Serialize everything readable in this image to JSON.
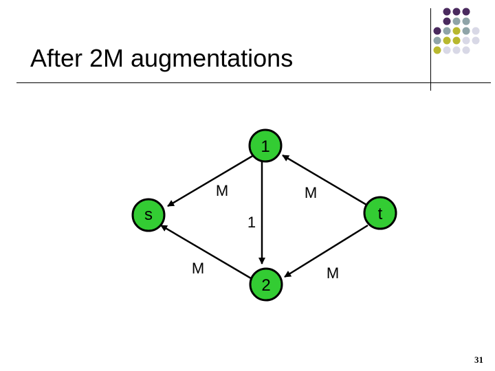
{
  "slide": {
    "title": "After 2M augmentations",
    "page_number": "31"
  },
  "colors": {
    "node_fill": "#33cc33",
    "purple": "#4a2a5e",
    "olive": "#b8b82e",
    "slate": "#8fa4a8",
    "lavender": "#d8d8e6"
  },
  "graph": {
    "nodes": [
      {
        "id": "1",
        "label": "1"
      },
      {
        "id": "s",
        "label": "s"
      },
      {
        "id": "t",
        "label": "t"
      },
      {
        "id": "2",
        "label": "2"
      }
    ],
    "edges": [
      {
        "from": "1",
        "to": "s",
        "label": "M"
      },
      {
        "from": "t",
        "to": "1",
        "label": "M"
      },
      {
        "from": "1",
        "to": "2",
        "label": "1"
      },
      {
        "from": "2",
        "to": "s",
        "label": "M"
      },
      {
        "from": "t",
        "to": "2",
        "label": "M"
      }
    ]
  }
}
